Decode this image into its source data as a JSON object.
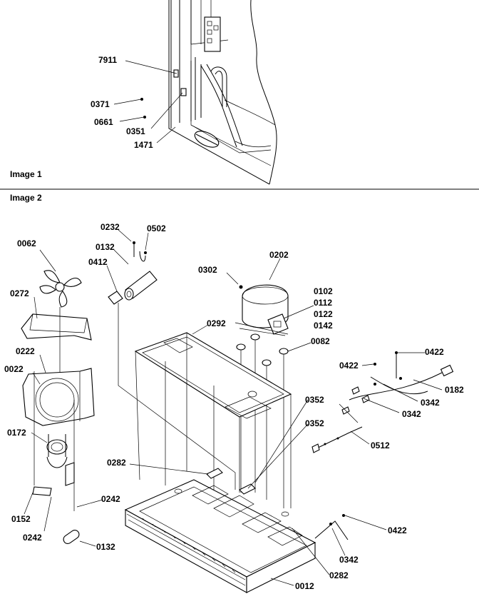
{
  "panels": {
    "image1_caption": "Image 1",
    "image2_caption": "Image 2"
  },
  "image1_callouts": {
    "c7911": "7911",
    "c0371": "0371",
    "c0661": "0661",
    "c0351": "0351",
    "c1471": "1471"
  },
  "image2_callouts": {
    "c0232": "0232",
    "c0502": "0502",
    "c0062": "0062",
    "c0132_top": "0132",
    "c0412": "0412",
    "c0302": "0302",
    "c0202": "0202",
    "c0102": "0102",
    "c0112": "0112",
    "c0122": "0122",
    "c0142": "0142",
    "c0272": "0272",
    "c0292": "0292",
    "c0082": "0082",
    "c0222": "0222",
    "c0022": "0022",
    "c0422_top": "0422",
    "c0422_mid": "0422",
    "c0182": "0182",
    "c0342_a": "0342",
    "c0342_b": "0342",
    "c0352_a": "0352",
    "c0352_b": "0352",
    "c0172": "0172",
    "c0512": "0512",
    "c0282_a": "0282",
    "c0242_a": "0242",
    "c0152": "0152",
    "c0242_b": "0242",
    "c0132_bottom": "0132",
    "c0422_bottom": "0422",
    "c0342_c": "0342",
    "c0282_b": "0282",
    "c0012": "0012"
  }
}
